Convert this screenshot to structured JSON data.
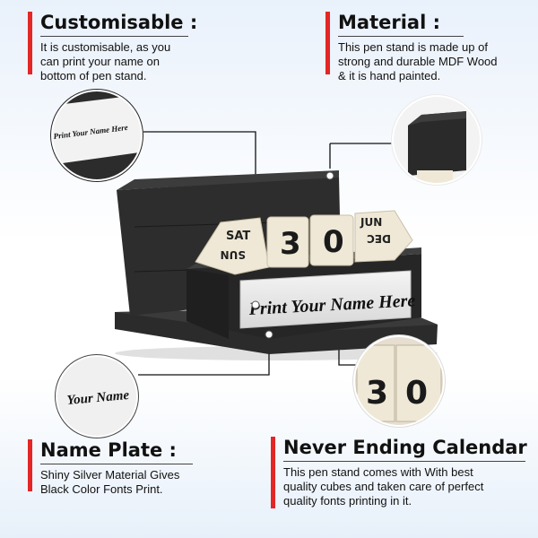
{
  "customisable": {
    "heading": "Customisable :",
    "text": [
      "It is customisable, as you",
      "can print your name on",
      "bottom of pen stand."
    ]
  },
  "material": {
    "heading": "Material :",
    "text": [
      "This pen stand is made up of",
      "strong and durable MDF Wood",
      "& it is hand painted."
    ]
  },
  "name_plate": {
    "heading": "Name Plate :",
    "text": [
      "Shiny Silver Material Gives",
      "Black Color Fonts Print."
    ]
  },
  "calendar": {
    "heading": "Never Ending Calendar",
    "text": [
      "This pen stand comes with With best",
      "quality cubes and taken care of perfect",
      "quality fonts printing in it."
    ]
  },
  "product": {
    "plate_text": "Print Your Name Here",
    "cube_day": "SAT",
    "cube_day_alt": "SUN",
    "date_digit_1": "3",
    "date_digit_2": "0",
    "cube_month": "JUN",
    "cube_month_alt": "DEC"
  },
  "callouts": {
    "plate_zoom_text": "Print Your Name Here",
    "name_zoom_text": "Your Name",
    "calendar_zoom_digit_1": "3",
    "calendar_zoom_digit_2": "0"
  },
  "colors": {
    "accent": "#e32626",
    "wood": "#2a2a2a",
    "cube": "#efe8d6",
    "plate": "#e9e9e9"
  }
}
